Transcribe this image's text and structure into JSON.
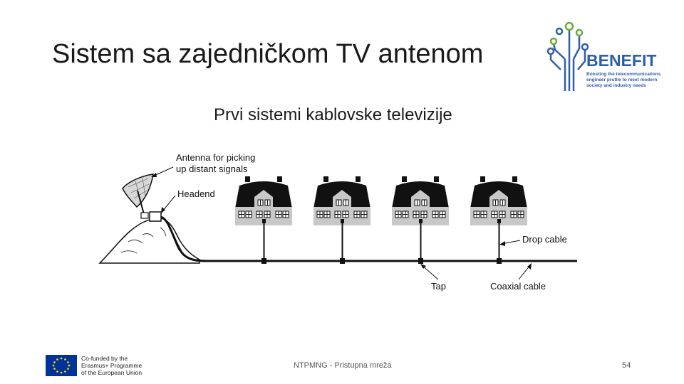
{
  "slide": {
    "title": "Sistem sa zajedničkom TV antenom",
    "subtitle": "Prvi sistemi kablovske televizije",
    "footer": "NTPMNG - Pristupna mreža",
    "page_number": "54"
  },
  "logo": {
    "name": "BENEFIT",
    "tagline_lines": [
      "Boosting the telecommunications",
      "engineer profile to meet modern",
      "society and industry needs"
    ]
  },
  "eu": {
    "lines": [
      "Co-funded by the",
      "Erasmus+ Programme",
      "of the European Union"
    ]
  },
  "diagram": {
    "labels": {
      "antenna_line1": "Antenna for picking",
      "antenna_line2": "up distant signals",
      "headend": "Headend",
      "drop_cable": "Drop cable",
      "tap": "Tap",
      "coaxial_cable": "Coaxial cable"
    },
    "house_count": 4
  },
  "colors": {
    "roof": "#111111",
    "wall": "#c8c8c8",
    "logo_blue": "#2e5ea8",
    "logo_green": "#6aab3f",
    "eu_blue": "#003399",
    "eu_gold": "#ffcc00"
  }
}
